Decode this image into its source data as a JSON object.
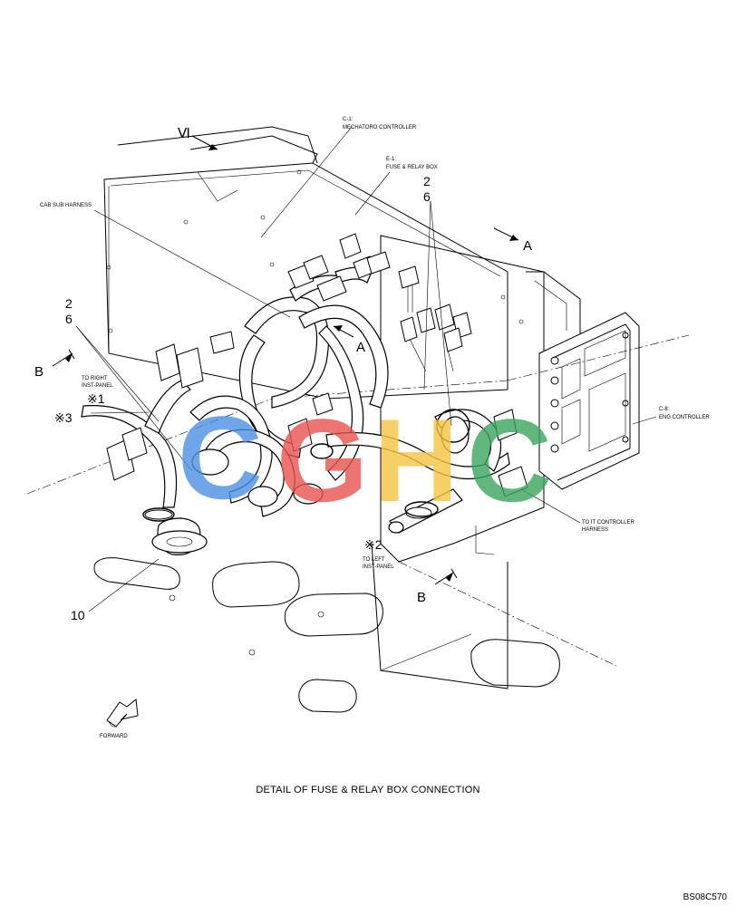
{
  "labels": {
    "view_vi": "Ⅵ",
    "mechatoro_ref": "C-1:",
    "mechatoro_name": "MECHATORO CONTROLLER",
    "fuse_ref": "E-1:",
    "fuse_name": "FUSE & RELAY BOX",
    "cab_sub_harness": "CAB SUB HARNESS",
    "part_2_top": "2",
    "part_6_top": "6",
    "view_a_right": "A",
    "view_a_center": "A",
    "part_2_left": "2",
    "part_6_left": "6",
    "view_b_left": "B",
    "to_right_1": "TO RIGHT",
    "to_right_2": "INST-PANEL",
    "note_1": "※1",
    "note_3": "※3",
    "eng_ref": "C-8:",
    "eng_name": "ENG CONTROLLER",
    "it_1": "TO IT CONTROLLER",
    "it_2": "HARNESS",
    "note_2": "※2",
    "to_left_1": "TO LEFT",
    "to_left_2": "INST-PANEL",
    "view_b_bottom": "B",
    "part_10": "10",
    "forward": "FORWARD"
  },
  "watermark": {
    "text": "CGHC",
    "colors": [
      "#4a90e2",
      "#e8534f",
      "#f5c542",
      "#3aa55d"
    ]
  },
  "caption": "DETAIL OF FUSE & RELAY BOX CONNECTION",
  "drawing_code": "BS08C570"
}
